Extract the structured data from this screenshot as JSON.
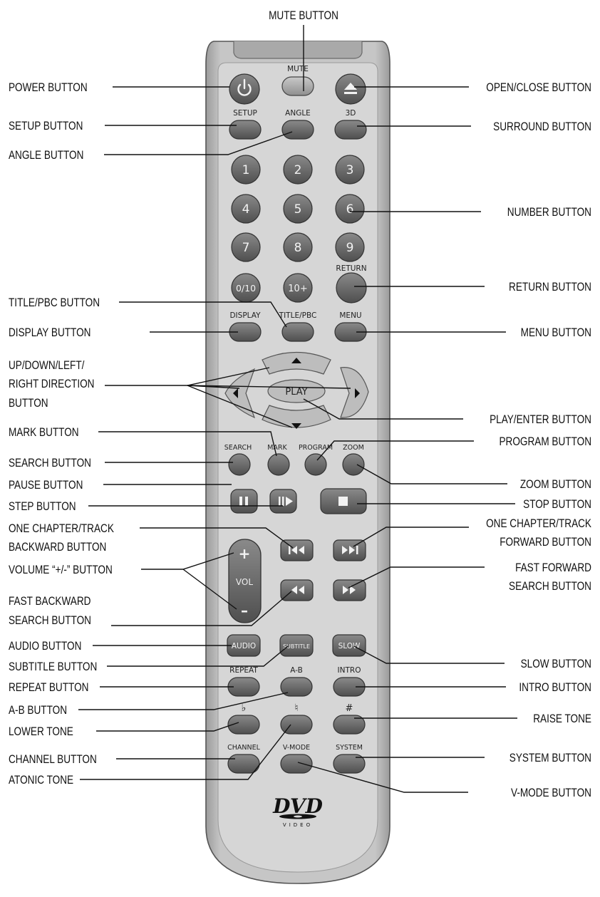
{
  "callouts": {
    "mute": "MUTE BUTTON",
    "power": "POWER BUTTON",
    "open_close": "OPEN/CLOSE BUTTON",
    "setup": "SETUP BUTTON",
    "surround": "SURROUND BUTTON",
    "angle": "ANGLE BUTTON",
    "number": "NUMBER BUTTON",
    "return": "RETURN BUTTON",
    "title_pbc": "TITLE/PBC BUTTON",
    "display": "DISPLAY BUTTON",
    "menu": "MENU BUTTON",
    "direction_1": "UP/DOWN/LEFT/",
    "direction_2": "RIGHT DIRECTION",
    "direction_3": "BUTTON",
    "play_enter": "PLAY/ENTER BUTTON",
    "mark": "MARK BUTTON",
    "program": "PROGRAM BUTTON",
    "search": "SEARCH BUTTON",
    "zoom": "ZOOM BUTTON",
    "pause": "PAUSE BUTTON",
    "stop": "STOP BUTTON",
    "step": "STEP BUTTON",
    "chapter_back_1": "ONE CHAPTER/TRACK",
    "chapter_back_2": "BACKWARD BUTTON",
    "chapter_fwd_1": "ONE CHAPTER/TRACK",
    "chapter_fwd_2": "FORWARD BUTTON",
    "volume": "VOLUME “+/-” BUTTON",
    "fast_fwd_1": "FAST FORWARD",
    "fast_fwd_2": "SEARCH BUTTON",
    "fast_back_1": "FAST BACKWARD",
    "fast_back_2": "SEARCH BUTTON",
    "audio": "AUDIO BUTTON",
    "slow": "SLOW BUTTON",
    "subtitle": "SUBTITLE BUTTON",
    "repeat": "REPEAT BUTTON",
    "intro": "INTRO BUTTON",
    "a_b": "A-B BUTTON",
    "raise_tone": "RAISE TONE",
    "lower_tone": "LOWER TONE",
    "channel": "CHANNEL BUTTON",
    "system": "SYSTEM BUTTON",
    "atonic_tone": "ATONIC TONE",
    "v_mode": "V-MODE BUTTON"
  },
  "remote_labels": {
    "mute": "MUTE",
    "setup": "SETUP",
    "angle": "ANGLE",
    "three_d": "3D",
    "return": "RETURN",
    "display": "DISPLAY",
    "title_pbc": "TITLE/PBC",
    "menu": "MENU",
    "play": "PLAY",
    "search": "SEARCH",
    "mark": "MARK",
    "program": "PROGRAM",
    "zoom": "ZOOM",
    "vol": "VOL",
    "vol_plus": "+",
    "vol_minus": "–",
    "audio": "AUDIO",
    "subtitle": "SUBTITLE",
    "slow": "SLOW",
    "repeat": "REPEAT",
    "a_b": "A-B",
    "intro": "INTRO",
    "flat": "♭",
    "natural": "♮",
    "sharp": "#",
    "channel": "CHANNEL",
    "v_mode": "V-MODE",
    "system": "SYSTEM",
    "logo_main": "DVD",
    "logo_sub": "VIDEO"
  },
  "number_keys": [
    "1",
    "2",
    "3",
    "4",
    "5",
    "6",
    "7",
    "8",
    "9",
    "0/10",
    "10+"
  ],
  "icons": {
    "power": "power-icon",
    "eject": "eject-icon",
    "pause": "pause-icon",
    "step": "step-icon",
    "stop": "stop-icon",
    "prev": "prev-chapter-icon",
    "next": "next-chapter-icon",
    "rewind": "rewind-icon",
    "fast_forward": "fast-forward-icon"
  },
  "colors": {
    "remote_body": "#c3c3c3",
    "remote_face": "#d8d8d8",
    "button_dark": "#6f6f6f",
    "button_light": "#a9a9a9"
  }
}
